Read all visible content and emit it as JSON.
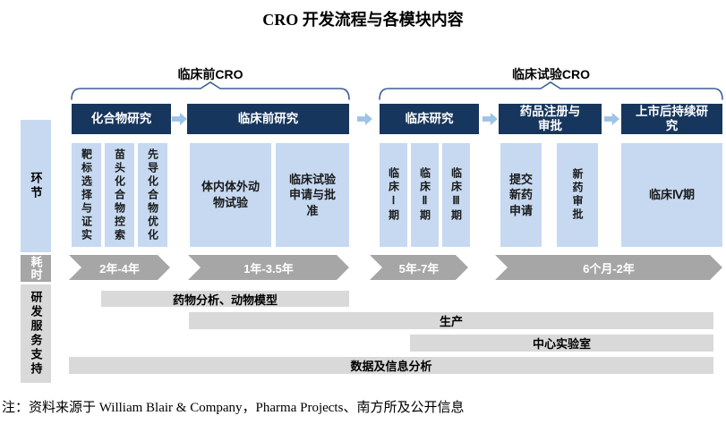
{
  "title": "CRO 开发流程与各模块内容",
  "brackets": [
    {
      "label": "临床前CRO"
    },
    {
      "label": "临床试验CRO"
    }
  ],
  "row_labels": {
    "stage": "环节",
    "time": "耗时",
    "support": "研发服务支持"
  },
  "stages": [
    {
      "label": "化合物研究"
    },
    {
      "label": "临床前研究"
    },
    {
      "label": "临床研究"
    },
    {
      "label": "药品注册与\n审批"
    },
    {
      "label": "上市后持续研\n究"
    }
  ],
  "modules": [
    {
      "label": "靶标选择与证实"
    },
    {
      "label": "苗头化合物控索"
    },
    {
      "label": "先导化合物优化"
    },
    {
      "label": "体内体外动\n物试验"
    },
    {
      "label": "临床试验\n申请与批\n准"
    },
    {
      "label": "临床Ⅰ期"
    },
    {
      "label": "临床Ⅱ期"
    },
    {
      "label": "临床Ⅲ期"
    },
    {
      "label": "提交\n新药\n申请"
    },
    {
      "label": "新药审批"
    },
    {
      "label": "临床Ⅳ期"
    }
  ],
  "durations": [
    {
      "label": "2年-4年"
    },
    {
      "label": "1年-3.5年"
    },
    {
      "label": "5年-7年"
    },
    {
      "label": "6个月-2年"
    }
  ],
  "support_bars": [
    {
      "label": "药物分析、动物模型"
    },
    {
      "label": "生产"
    },
    {
      "label": "中心实验室"
    },
    {
      "label": "数据及信息分析"
    }
  ],
  "note": "注：资料来源于 William Blair & Company，Pharma Projects、南方所及公开信息",
  "colors": {
    "header_navy": "#17365d",
    "content_blue": "#c6d9f1",
    "flow_arrow_blue": "#9dc3e6",
    "bracket_blue": "#3e5f94",
    "time_gray": "#a6a6a6",
    "support_gray": "#d9d9d9"
  }
}
